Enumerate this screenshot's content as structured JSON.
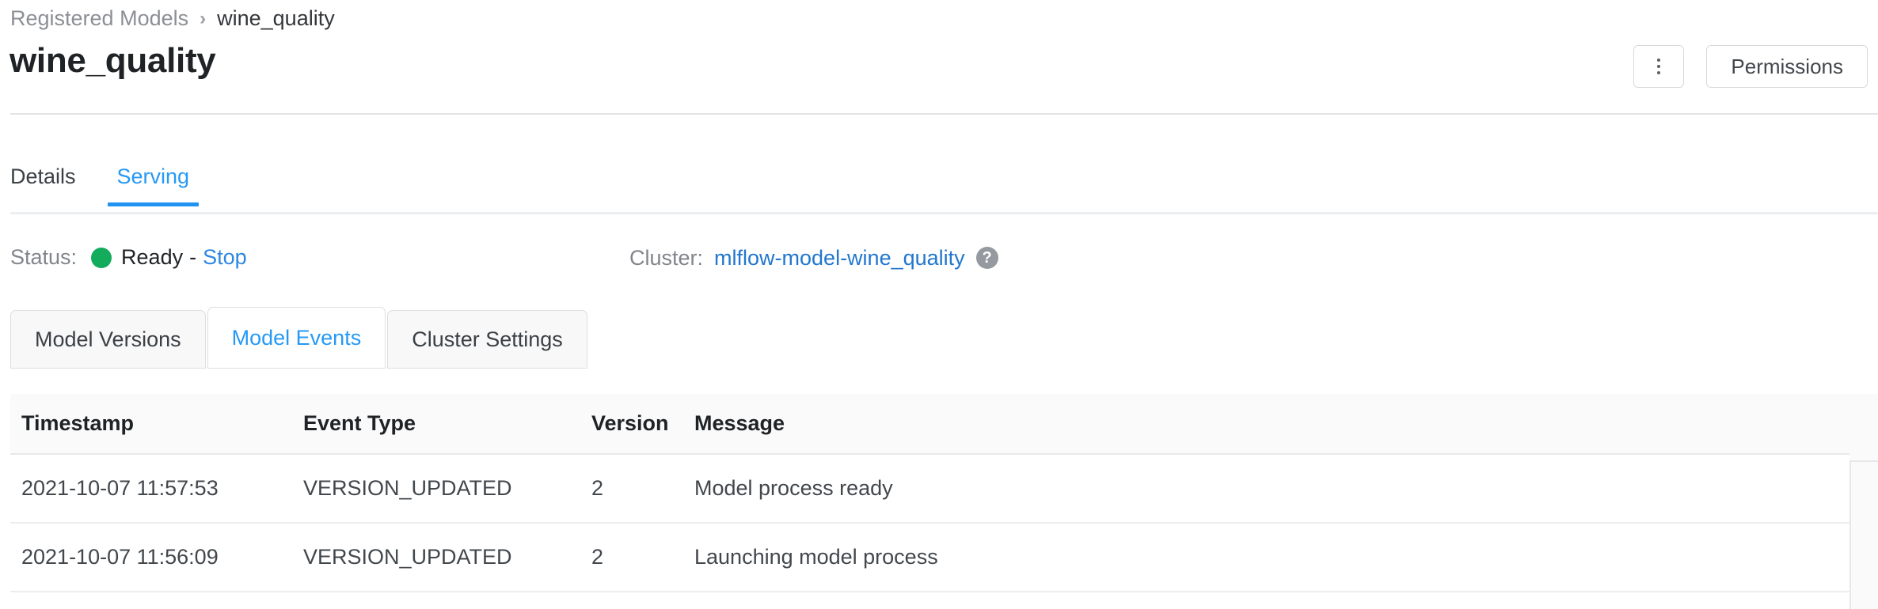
{
  "breadcrumb": {
    "parent": "Registered Models",
    "separator": "›",
    "current": "wine_quality"
  },
  "header": {
    "title": "wine_quality",
    "kebab_label": "",
    "permissions_label": "Permissions"
  },
  "tabs": [
    {
      "label": "Details",
      "active": false
    },
    {
      "label": "Serving",
      "active": true
    }
  ],
  "status": {
    "label": "Status:",
    "value": "Ready",
    "separator": "-",
    "action": "Stop",
    "dot_color": "#13ab5c"
  },
  "cluster": {
    "label": "Cluster:",
    "name": "mlflow-model-wine_quality",
    "help_glyph": "?"
  },
  "subtabs": [
    {
      "label": "Model Versions",
      "active": false
    },
    {
      "label": "Model Events",
      "active": true
    },
    {
      "label": "Cluster Settings",
      "active": false
    }
  ],
  "table": {
    "columns": [
      "Timestamp",
      "Event Type",
      "Version",
      "Message"
    ],
    "rows": [
      {
        "timestamp": "2021-10-07 11:57:53",
        "event_type": "VERSION_UPDATED",
        "version": "2",
        "message": "Model process ready"
      },
      {
        "timestamp": "2021-10-07 11:56:09",
        "event_type": "VERSION_UPDATED",
        "version": "2",
        "message": "Launching model process"
      }
    ]
  },
  "colors": {
    "accent_blue": "#2699f5",
    "link_blue": "#2177cf",
    "status_green": "#13ab5c",
    "muted_gray": "#82858a"
  }
}
